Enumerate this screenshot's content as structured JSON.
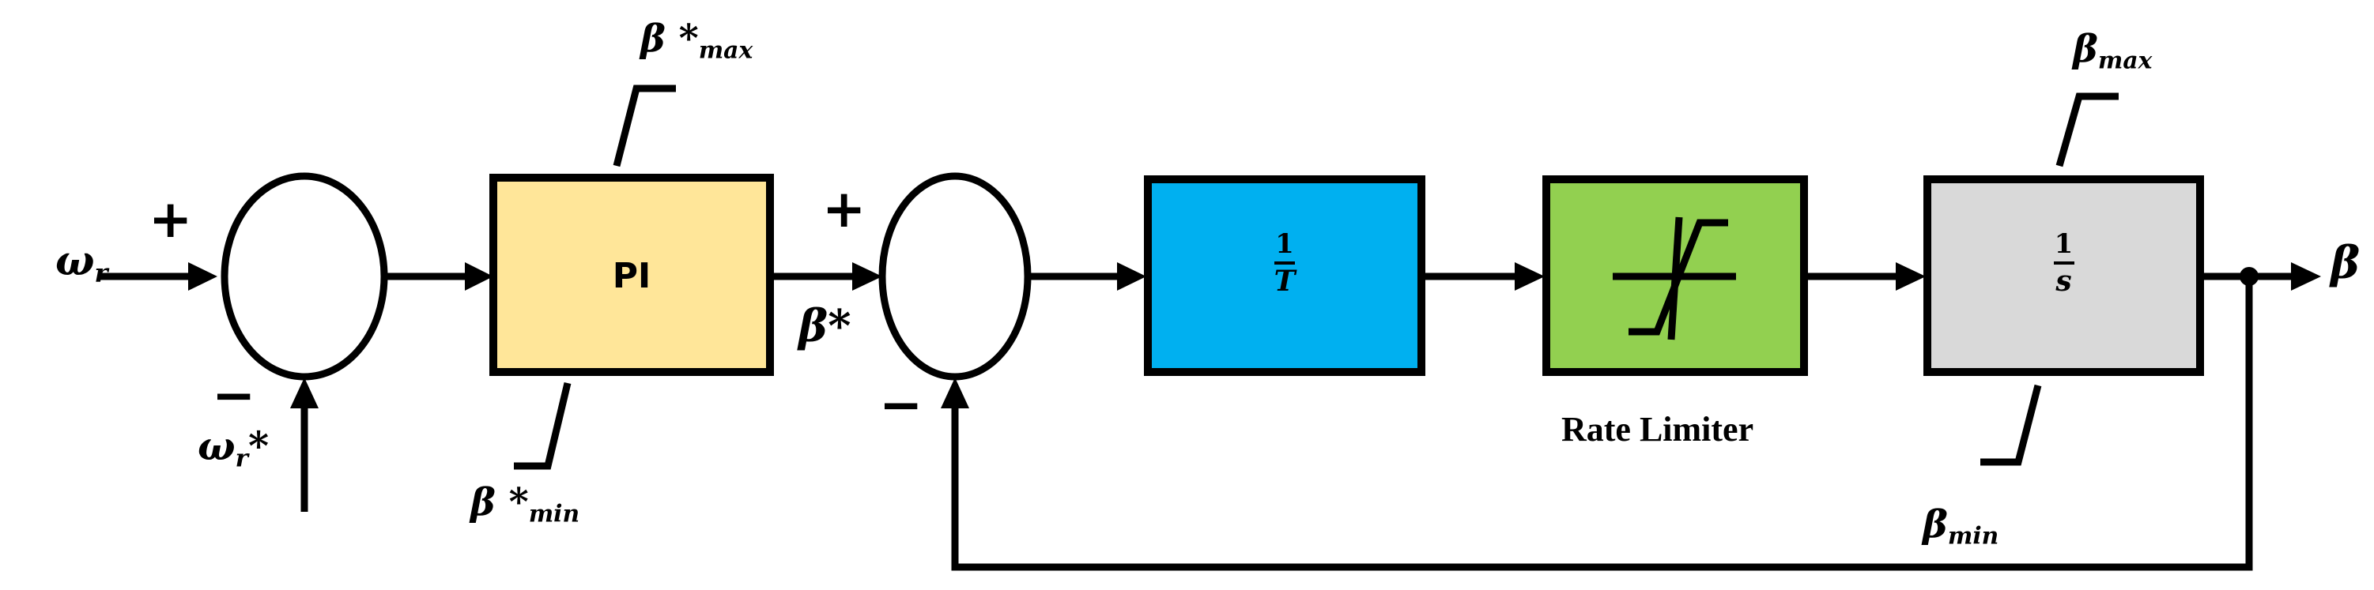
{
  "signals": {
    "omega_r": {
      "main": "ω",
      "sub": "r"
    },
    "omega_r_ref": {
      "main": "ω",
      "sub": "r",
      "suffix": "*"
    },
    "beta_ref": "β*",
    "beta_out": "β"
  },
  "limits": {
    "pi_max": {
      "main": "β *",
      "sub": "max"
    },
    "pi_min": {
      "main": "β *",
      "sub": "min"
    },
    "int_max": {
      "main": "β",
      "sub": "max"
    },
    "int_min": {
      "main": "β",
      "sub": "min"
    }
  },
  "signs": {
    "sum1_plus": "+",
    "sum1_minus": "−",
    "sum2_plus": "+",
    "sum2_minus": "−"
  },
  "blocks": {
    "pi": {
      "label": "PI",
      "color": "#FFE699"
    },
    "gain": {
      "numerator": "1",
      "denominator": "T",
      "color": "#00B0F0"
    },
    "rate_limiter": {
      "caption": "Rate Limiter",
      "color": "#92D050"
    },
    "integrator": {
      "numerator": "1",
      "denominator": "s",
      "color": "#D9D9D9"
    }
  }
}
